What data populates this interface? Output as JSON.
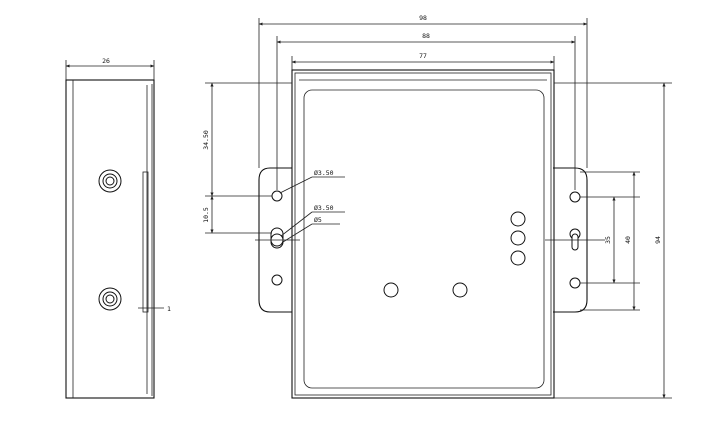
{
  "drawing": {
    "side_view": {
      "width_label": "26",
      "thickness_label": "1"
    },
    "front_view": {
      "width_outer_label": "98",
      "width_mount_label": "88",
      "width_body_label": "77",
      "height_label": "94",
      "offset_top_label": "34.50",
      "offset_mid_label": "10.5",
      "hole_label_1": "Ø3.50",
      "hole_label_2": "Ø3.50",
      "hole_label_3": "Ø5",
      "right_small_label": "35",
      "right_large_label": "40"
    }
  }
}
